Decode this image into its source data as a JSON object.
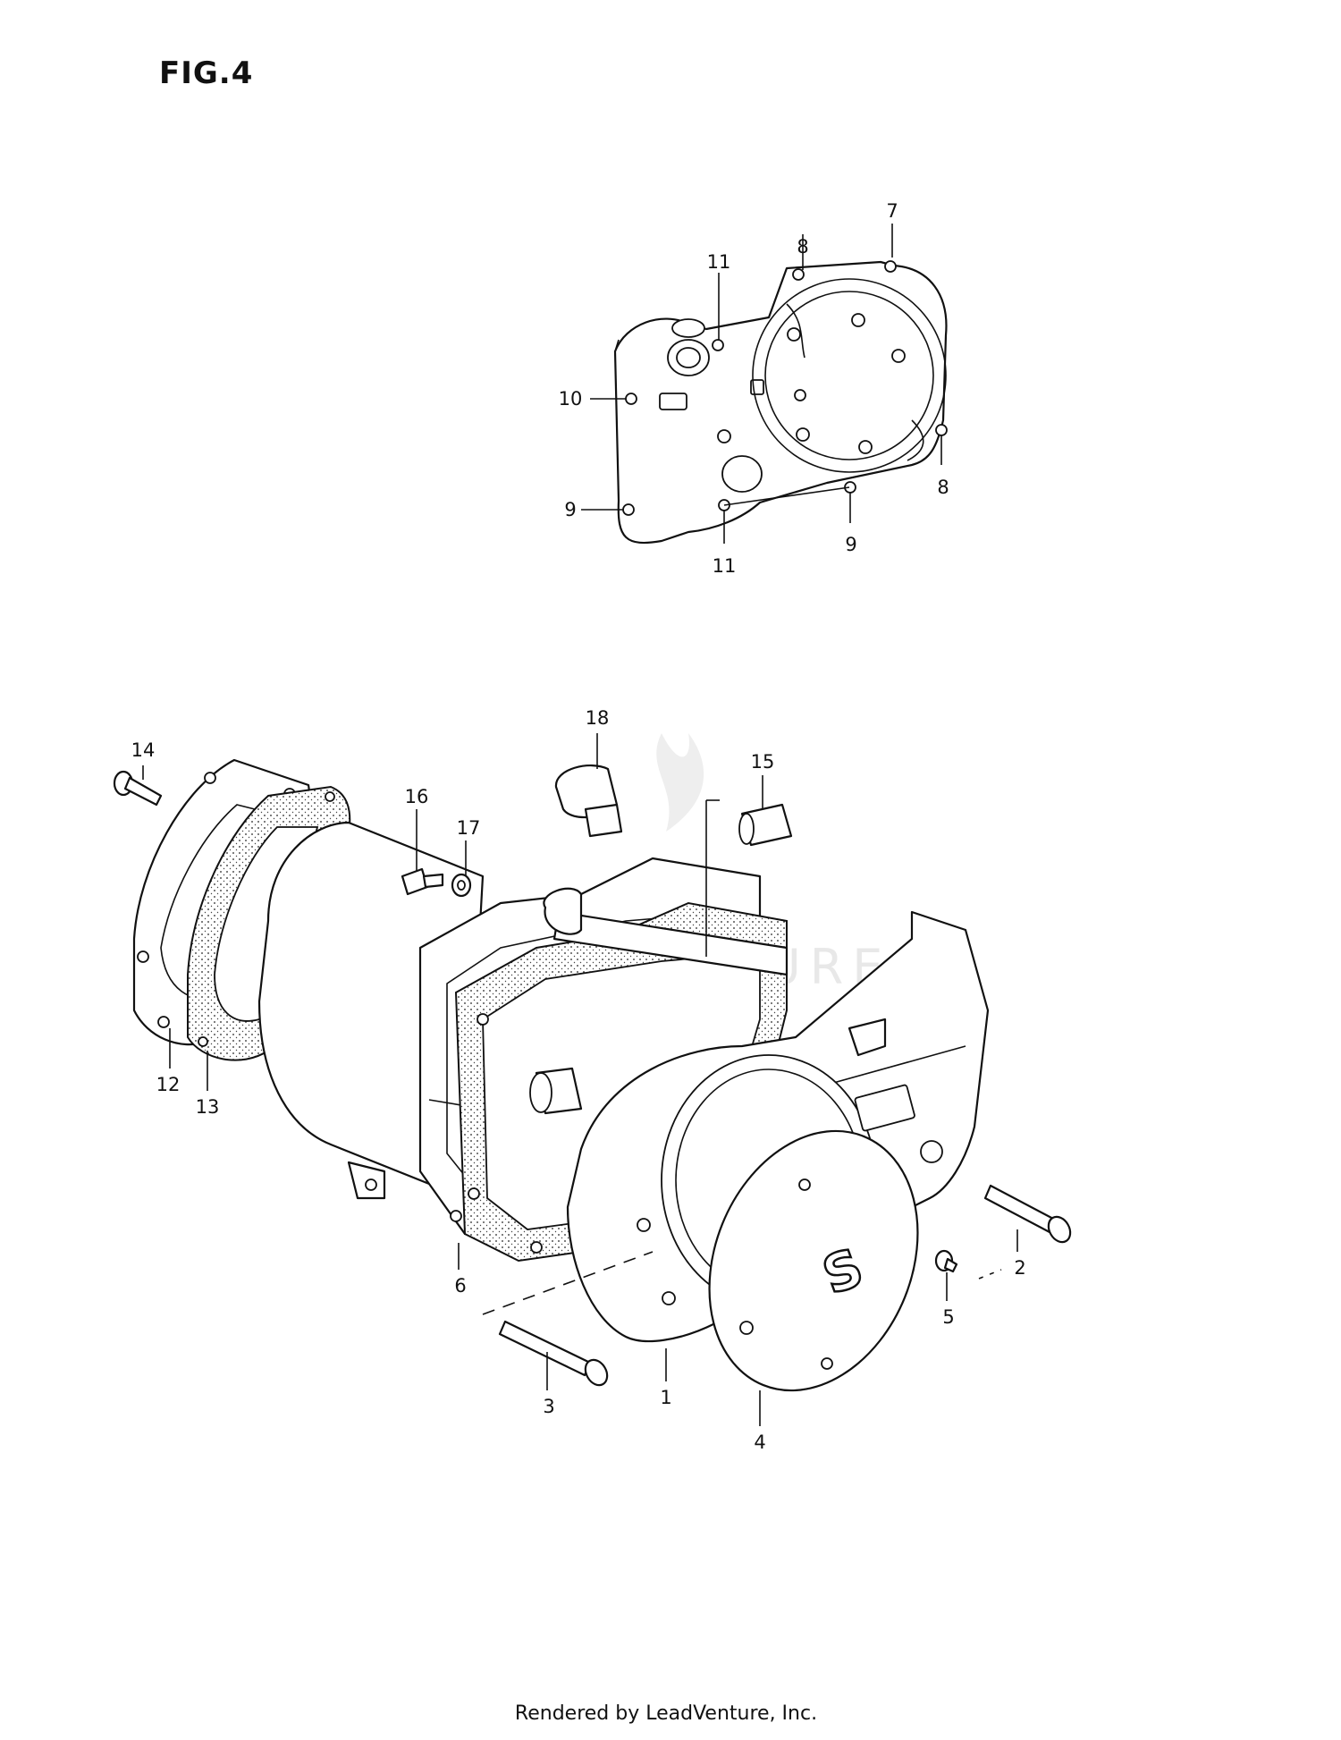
{
  "figure": {
    "title": "FIG.4"
  },
  "watermark": {
    "text": "LEADVENTURE"
  },
  "footer": {
    "credit": "Rendered by LeadVenture, Inc."
  },
  "callouts": {
    "top": {
      "c7": "7",
      "c8a": "8",
      "c8b": "8",
      "c9a": "9",
      "c9b": "9",
      "c10": "10",
      "c11a": "11",
      "c11b": "11"
    },
    "bottom": {
      "c1": "1",
      "c2": "2",
      "c3": "3",
      "c4": "4",
      "c5": "5",
      "c6": "6",
      "c12": "12",
      "c13": "13",
      "c14": "14",
      "c15": "15",
      "c16": "16",
      "c17": "17",
      "c18": "18"
    }
  }
}
